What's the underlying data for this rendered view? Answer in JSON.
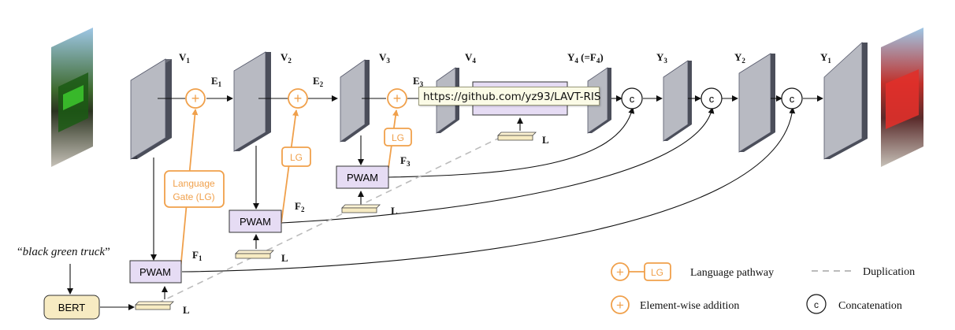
{
  "labels": {
    "v1": "V",
    "v1_sub": "1",
    "v2": "V",
    "v2_sub": "2",
    "v3": "V",
    "v3_sub": "3",
    "v4": "V",
    "v4_sub": "4",
    "y4": "Y",
    "y4_sub": "4",
    "y4_eq": " (=F",
    "y4_eq_sub": "4",
    "y4_close": ")",
    "y3": "Y",
    "y3_sub": "3",
    "y2": "Y",
    "y2_sub": "2",
    "y1": "Y",
    "y1_sub": "1",
    "e1": "E",
    "e1_sub": "1",
    "e2": "E",
    "e2_sub": "2",
    "e3": "E",
    "e3_sub": "3",
    "f1": "F",
    "f1_sub": "1",
    "f2": "F",
    "f2_sub": "2",
    "f3": "F",
    "f3_sub": "3",
    "l": "L"
  },
  "boxes": {
    "pwam": "PWAM",
    "bert": "BERT",
    "lg": "LG",
    "lang_gate_line1": "Language",
    "lang_gate_line2": "Gate (LG)"
  },
  "symbols": {
    "plus": "+",
    "concat": "c"
  },
  "quote": {
    "open": "“",
    "text": "black green truck",
    "close": "”"
  },
  "legend": {
    "language_pathway": "Language pathway",
    "duplication": "Duplication",
    "element_wise_addition": "Element-wise addition",
    "concatenation": "Concatenation"
  },
  "tooltip": "https://github.com/yz93/LAVT-RIS",
  "colors": {
    "orange": "#f0a04b",
    "pwam_fill": "#e6dcf4",
    "plane_front": "#b8bac2",
    "plane_side": "#4b4e5a",
    "feat_fill": "#f7ebc2"
  }
}
